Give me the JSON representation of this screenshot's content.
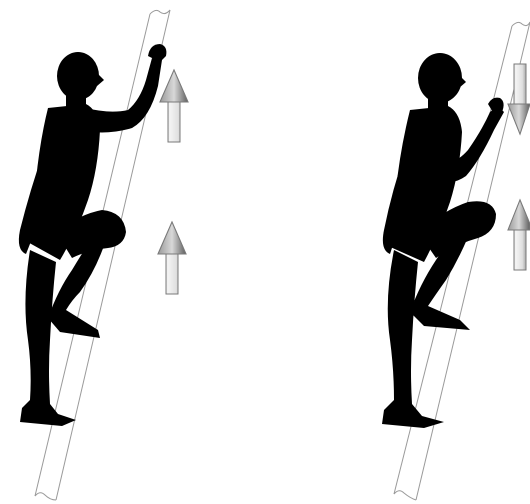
{
  "figures": [
    {
      "id": "left",
      "description_name": "climber-reaching-up",
      "arrows": [
        {
          "role": "hand-motion",
          "direction": "up"
        },
        {
          "role": "foot-motion",
          "direction": "up"
        }
      ]
    },
    {
      "id": "right",
      "description_name": "climber-stepping-up",
      "arrows": [
        {
          "role": "hand-motion",
          "direction": "down"
        },
        {
          "role": "foot-motion",
          "direction": "up"
        }
      ]
    }
  ],
  "colors": {
    "silhouette": "#000000",
    "ladder_stroke": "#9a9a9a",
    "arrow_light": "#f2f2f2",
    "arrow_dark": "#7a7a7a",
    "background": "#ffffff"
  }
}
